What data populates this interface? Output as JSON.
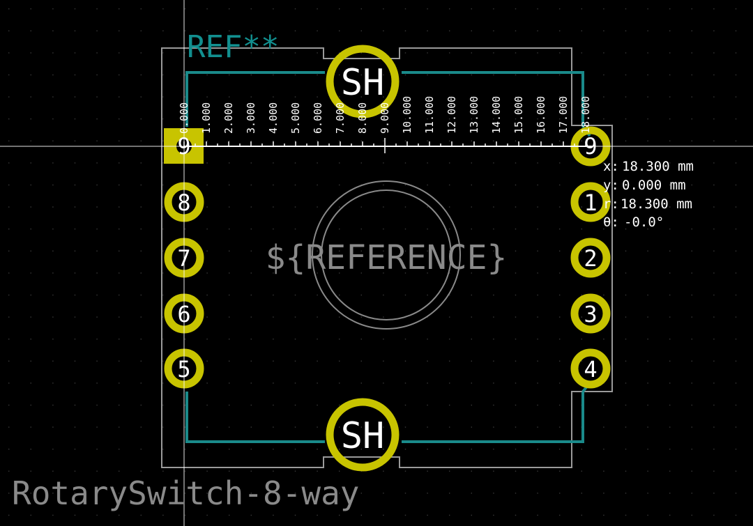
{
  "board": {
    "footprint_name": "RotarySwitch-8-way",
    "reference_silk": "REF**",
    "reference_fab": "${REFERENCE}",
    "shield_label": "SH"
  },
  "pads": {
    "left": [
      "9",
      "8",
      "7",
      "6",
      "5"
    ],
    "right": [
      "9",
      "1",
      "2",
      "3",
      "4"
    ]
  },
  "ruler": {
    "unit": "mm",
    "tick_labels": [
      "0.000",
      "1.000",
      "2.000",
      "3.000",
      "4.000",
      "5.000",
      "6.000",
      "7.000",
      "8.000",
      "9.000",
      "10.000",
      "11.000",
      "12.000",
      "13.000",
      "14.000",
      "15.000",
      "16.000",
      "17.000",
      "18.000"
    ]
  },
  "measurement": {
    "x_label": "x:",
    "x_value": "18.300 mm",
    "y_label": "y:",
    "y_value": "0.000 mm",
    "r_label": "r:",
    "r_value": "18.300 mm",
    "theta_label": "θ:",
    "theta_value": "-0.0°"
  },
  "colors": {
    "background": "#000000",
    "pad": "#c8c400",
    "silkscreen": "#1a8a8a",
    "courtyard": "#9a9a9a",
    "fab": "#8a8a8a"
  }
}
